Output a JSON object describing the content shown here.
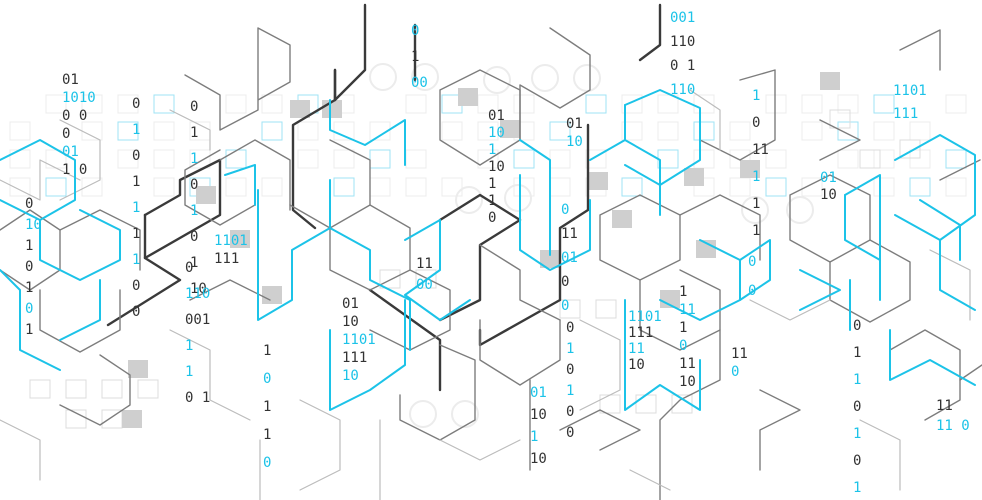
{
  "palette": {
    "background": "#ffffff",
    "line_dark": "#3a3a3a",
    "line_mid": "#7d7d7d",
    "line_light": "#bcbcbc",
    "accent_cyan": "#1cc3e8",
    "square_grey": "#cfcfcf",
    "square_outline": "#9fe3f4",
    "circle_light": "#ececec",
    "digit_dark": "#333333",
    "digit_cyan": "#1cc3e8"
  },
  "binary_columns": [
    {
      "lines": [
        "01",
        "1010",
        "0  0",
        "   0",
        "  01",
        "1  0"
      ],
      "cyan": [
        1,
        4
      ]
    },
    {
      "lines": [
        "0",
        "1",
        "0",
        "1",
        "1",
        "1",
        "1",
        "0",
        "0"
      ],
      "cyan": [
        1,
        4,
        6
      ]
    },
    {
      "lines": [
        "0",
        "1",
        "1",
        "0",
        "1",
        "0",
        "1",
        "10"
      ],
      "cyan": [
        2,
        4
      ]
    },
    {
      "lines": [
        "0",
        "1",
        "00"
      ],
      "cyan": [
        0,
        2
      ]
    },
    {
      "lines": [
        "1101",
        "111"
      ],
      "cyan": [
        0
      ]
    },
    {
      "lines": [
        "0",
        "110",
        "001",
        "1",
        "1",
        "0 1"
      ],
      "cyan": [
        1,
        3,
        4
      ]
    },
    {
      "lines": [
        "11",
        "00"
      ],
      "cyan": [
        1
      ]
    },
    {
      "lines": [
        "01",
        "10",
        "1101",
        "111",
        "10"
      ],
      "cyan": [
        2,
        4
      ]
    },
    {
      "lines": [
        "1",
        "0",
        "1",
        "1",
        "0"
      ],
      "cyan": [
        1,
        4
      ]
    },
    {
      "lines": [
        "01",
        "10",
        "1",
        "10",
        "1",
        "1",
        "0"
      ],
      "cyan": [
        1,
        2
      ]
    },
    {
      "lines": [
        "0",
        "1",
        "0",
        "1",
        "0",
        "0"
      ],
      "cyan": [
        1,
        3
      ]
    },
    {
      "lines": [
        "01",
        "10",
        "1",
        "10"
      ],
      "cyan": [
        0,
        2
      ]
    },
    {
      "lines": [
        "0",
        "11",
        "01",
        "0",
        "0"
      ],
      "cyan": [
        0,
        2,
        4
      ]
    },
    {
      "lines": [
        "0",
        "10",
        "1",
        "0",
        "1",
        "0",
        "1"
      ],
      "cyan": [
        1,
        5
      ]
    },
    {
      "lines": [
        "01",
        "10"
      ],
      "cyan": [
        1
      ]
    },
    {
      "lines": [
        "1101",
        "111",
        "11",
        "10"
      ],
      "cyan": [
        0,
        2
      ]
    },
    {
      "lines": [
        "001",
        "110",
        "0 1",
        "110"
      ],
      "cyan": [
        0,
        3
      ]
    },
    {
      "lines": [
        "1",
        "0",
        "11",
        "1",
        "1",
        "1"
      ],
      "cyan": [
        0,
        3
      ]
    },
    {
      "lines": [
        "0",
        "0"
      ],
      "cyan": [
        0,
        1
      ]
    },
    {
      "lines": [
        "1",
        "11",
        "1",
        "0",
        "11",
        "10"
      ],
      "cyan": [
        1,
        3
      ]
    },
    {
      "lines": [
        "11",
        "0"
      ],
      "cyan": [
        1
      ]
    },
    {
      "lines": [
        "1101",
        "111"
      ],
      "cyan": [
        0,
        1
      ]
    },
    {
      "lines": [
        "01",
        "10"
      ],
      "cyan": [
        0
      ]
    },
    {
      "lines": [
        "0",
        "1",
        "1",
        "0",
        "1",
        "0",
        "1",
        "0"
      ],
      "cyan": [
        2,
        4,
        6
      ]
    },
    {
      "lines": [
        "11",
        "11 0"
      ],
      "cyan": [
        1
      ]
    }
  ]
}
